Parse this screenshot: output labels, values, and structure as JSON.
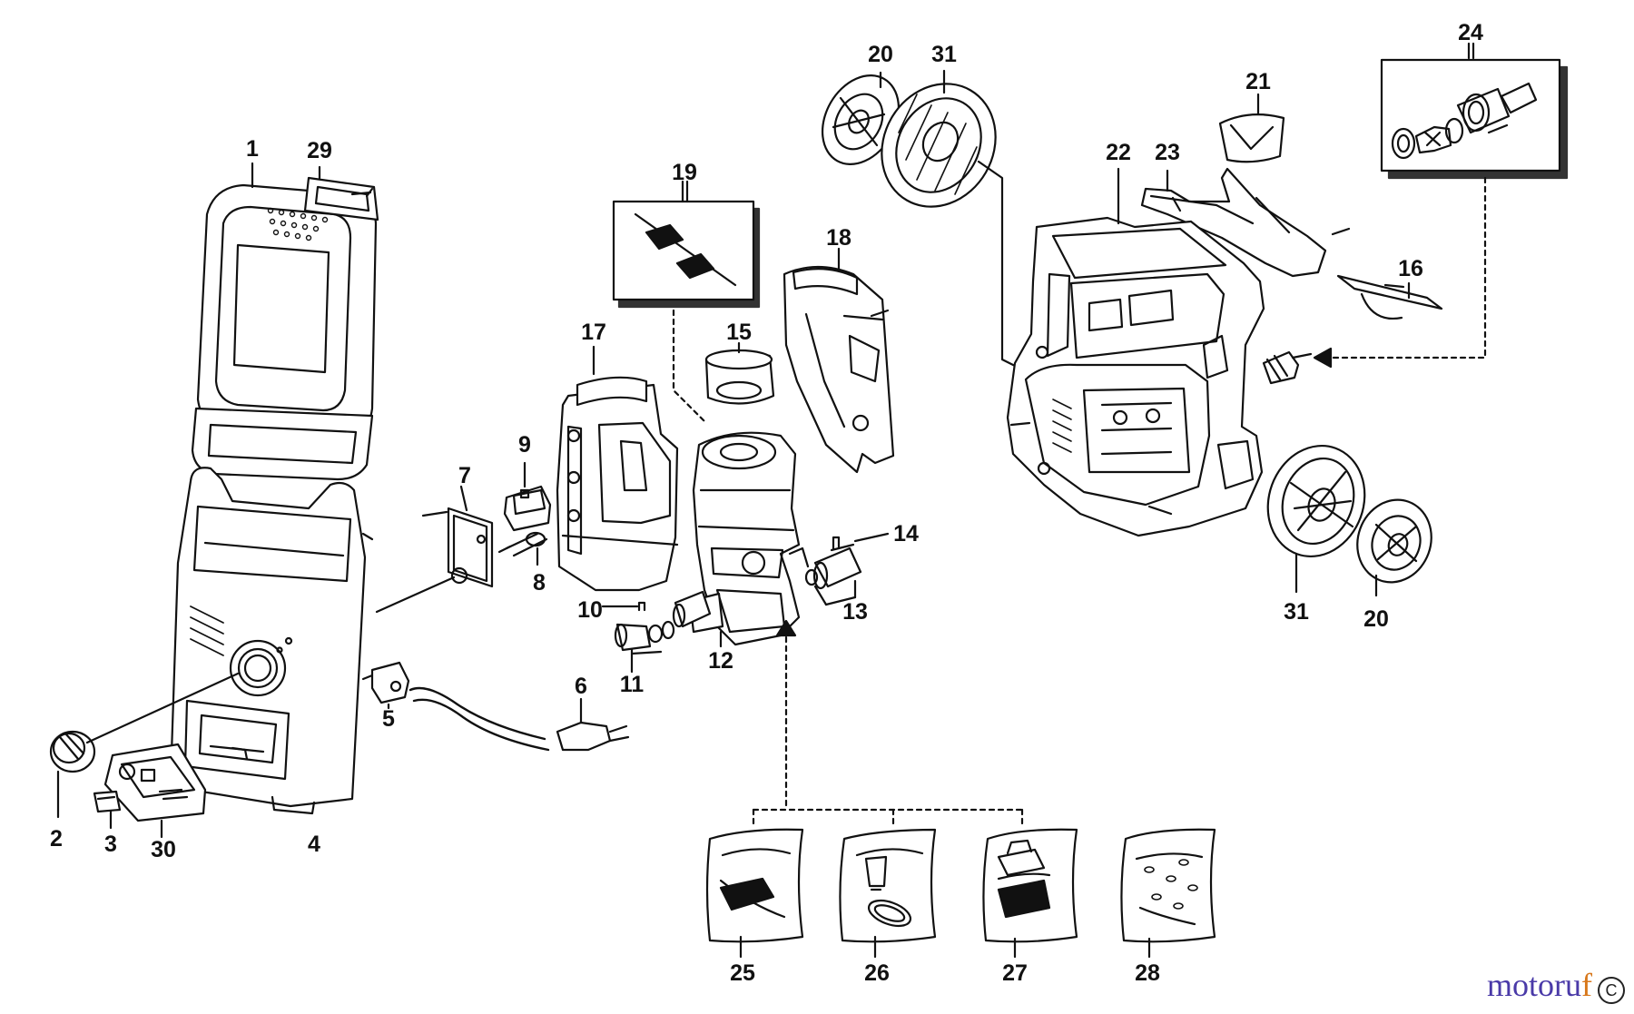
{
  "diagram": {
    "stroke_color": "#111111",
    "part_numbers": {
      "n1": "1",
      "n2": "2",
      "n3": "3",
      "n4": "4",
      "n5": "5",
      "n6": "6",
      "n7": "7",
      "n8": "8",
      "n9": "9",
      "n10": "10",
      "n11": "11",
      "n12": "12",
      "n13": "13",
      "n14": "14",
      "n15": "15",
      "n16": "16",
      "n17": "17",
      "n18": "18",
      "n19": "19",
      "n20a": "20",
      "n20b": "20",
      "n21": "21",
      "n22": "22",
      "n23": "23",
      "n24": "24",
      "n25": "25",
      "n26": "26",
      "n27": "27",
      "n28": "28",
      "n29": "29",
      "n30": "30",
      "n31a": "31",
      "n31b": "31"
    }
  },
  "watermark": {
    "brand_part1": "motoru",
    "brand_part2": "f",
    "brand_color1": "#4a3aa8",
    "brand_color2": "#d8781c",
    "corner_mark": "C"
  }
}
